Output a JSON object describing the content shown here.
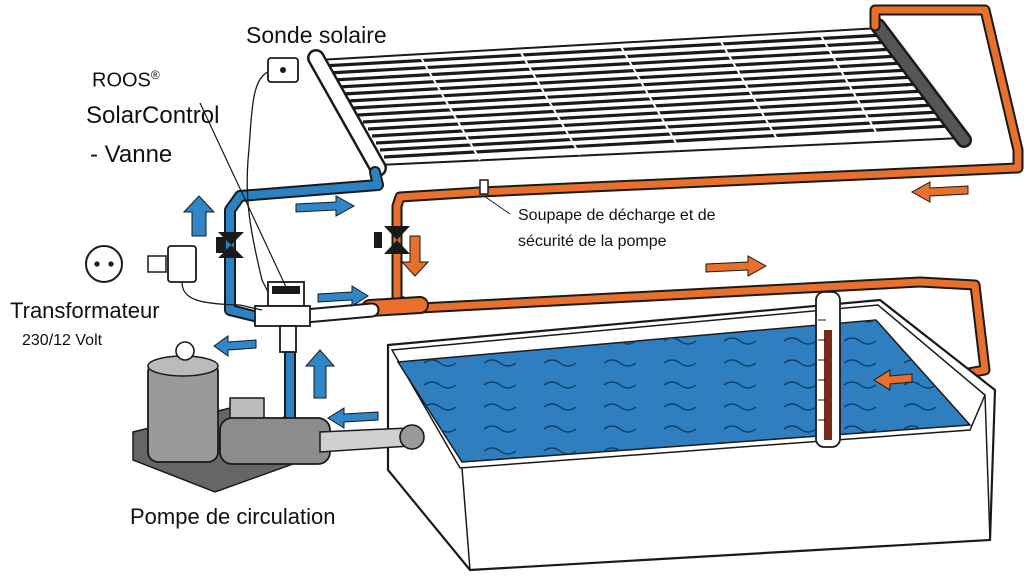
{
  "labels": {
    "sonde_solaire": "Sonde solaire",
    "roos": "ROOS",
    "registered": "®",
    "solarcontrol": "SolarControl",
    "vanne": "- Vanne",
    "soupape_line1": "Soupape de décharge et de",
    "soupape_line2": "sécurité de la pompe",
    "transformateur": "Transformateur",
    "voltage": "230/12 Volt",
    "pompe": "Pompe de circulation"
  },
  "colors": {
    "hot_pipe": "#e8702a",
    "cold_pipe": "#2a82c4",
    "flow_arrow_hot": "#e8702a",
    "flow_arrow_cold": "#2f86c8",
    "water": "#2f7fc0",
    "outline": "#1a1a1a"
  },
  "icons": {
    "wall_outlet": "outlet-icon",
    "thermometer": "thermometer-icon",
    "valve": "valve-icon"
  }
}
